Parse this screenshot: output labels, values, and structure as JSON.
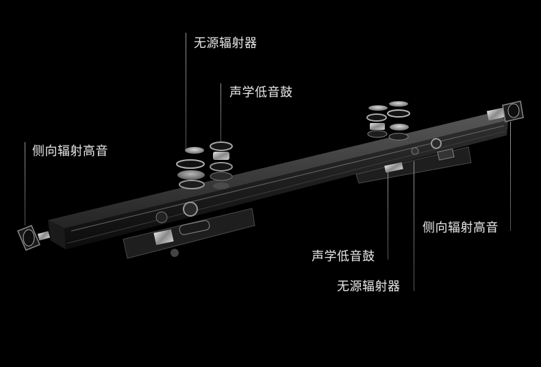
{
  "labels": {
    "passive_radiator_top": "无源辐射器",
    "acoustic_woofer_top": "声学低音鼓",
    "side_tweeter_left": "侧向辐射高音",
    "side_tweeter_right": "侧向辐射高音",
    "acoustic_woofer_bottom": "声学低音鼓",
    "passive_radiator_bottom": "无源辐射器"
  },
  "colors": {
    "background": "#000000",
    "label_text": "#e9e9e9",
    "leader_line": "#8a8a8a"
  }
}
